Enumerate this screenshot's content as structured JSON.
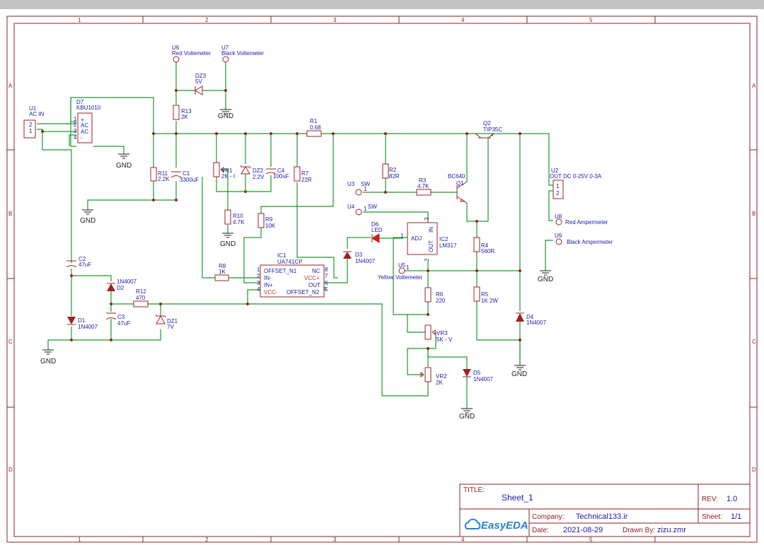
{
  "sheet": {
    "col_labels": [
      "1",
      "2",
      "3",
      "4",
      "5"
    ],
    "row_labels": [
      "A",
      "B",
      "C",
      "D"
    ]
  },
  "components": {
    "U1": {
      "ref": "U1",
      "name": "AC IN",
      "pins": [
        "2",
        "1"
      ]
    },
    "D7": {
      "ref": "D7",
      "value": "KBU1010",
      "pins": [
        "+",
        "AC",
        "AC",
        "-"
      ],
      "pin_numbers": [
        "1",
        "2",
        "3",
        "4"
      ]
    },
    "U6": {
      "ref": "U6",
      "name": "Red Voltemeter"
    },
    "U7": {
      "ref": "U7",
      "name": "Black Voltemeter"
    },
    "DZ3": {
      "ref": "DZ3",
      "value": "5V"
    },
    "R13": {
      "ref": "R13",
      "value": "2K"
    },
    "R11": {
      "ref": "R11",
      "value": "2.2K"
    },
    "C1": {
      "ref": "C1",
      "value": "3300uF"
    },
    "VR1": {
      "ref": "VR1",
      "value": "2K - I"
    },
    "DZ2": {
      "ref": "DZ2",
      "value": "2.2V"
    },
    "C4": {
      "ref": "C4",
      "value": "100uF"
    },
    "R1": {
      "ref": "R1",
      "value": "0.68"
    },
    "R7": {
      "ref": "R7",
      "value": "22R"
    },
    "R10": {
      "ref": "R10",
      "value": "4.7K"
    },
    "R9": {
      "ref": "R9",
      "value": "10K"
    },
    "R2": {
      "ref": "R2",
      "value": "82R"
    },
    "R3": {
      "ref": "R3",
      "value": "4.7K"
    },
    "Q1": {
      "ref": "Q1",
      "value": "BC640"
    },
    "Q2": {
      "ref": "Q2",
      "value": "TIP35C"
    },
    "U3": {
      "ref": "U3",
      "name": "SW"
    },
    "U4": {
      "ref": "U4",
      "name": "SW"
    },
    "U2": {
      "ref": "U2",
      "name": "OUT DC 0-25V 0-3A",
      "pins": [
        "1",
        "2"
      ]
    },
    "U8": {
      "ref": "U8",
      "name": "Red Ampermeter"
    },
    "U9": {
      "ref": "U9",
      "name": "Black Ampermeter"
    },
    "D6": {
      "ref": "D6",
      "value": "LED"
    },
    "D3": {
      "ref": "D3",
      "value": "1N4007"
    },
    "IC2": {
      "ref": "IC2",
      "value": "LM317",
      "pins": {
        "adj": "ADJ",
        "in": "IN",
        "out": "OUT",
        "n1": "1",
        "n2": "2",
        "n3": "3"
      }
    },
    "IC1": {
      "ref": "IC1",
      "value": "UA741CP",
      "pins_left": [
        "OFFSET_N1",
        "IN-",
        "IN+",
        "VCC-"
      ],
      "pins_right": [
        "NC",
        "VCC+",
        "OUT",
        "OFFSET_N2"
      ],
      "nums_left": [
        "1",
        "2",
        "3",
        "4"
      ],
      "nums_right": [
        "8",
        "7",
        "6",
        "5"
      ]
    },
    "R8": {
      "ref": "R8",
      "value": "1K"
    },
    "R4": {
      "ref": "R4",
      "value": "560R"
    },
    "R5": {
      "ref": "R5",
      "value": "1K 2W"
    },
    "R6": {
      "ref": "R6",
      "value": "220"
    },
    "U5": {
      "ref": "U5",
      "name": "Yellow Voltemeter"
    },
    "D4": {
      "ref": "D4",
      "value": "1N4007"
    },
    "VR3": {
      "ref": "VR3",
      "value": "5K - V"
    },
    "VR2": {
      "ref": "VR2",
      "value": "2K"
    },
    "D5": {
      "ref": "D5",
      "value": "1N4007"
    },
    "C2": {
      "ref": "C2",
      "value": "47uF"
    },
    "D2": {
      "ref": "D2",
      "value": "1N4007"
    },
    "R12": {
      "ref": "R12",
      "value": "470"
    },
    "C3": {
      "ref": "C3",
      "value": "47uF"
    },
    "DZ1": {
      "ref": "DZ1",
      "value": "7V"
    },
    "D1": {
      "ref": "D1",
      "value": "1N4007"
    }
  },
  "gnd_label": "GND",
  "pin_one": "1",
  "title_block": {
    "title_label": "TITLE:",
    "title_value": "Sheet_1",
    "rev_label": "REV:",
    "rev_value": "1.0",
    "company_label": "Company:",
    "company_value": "Technical133.ir",
    "sheet_label": "Sheet:",
    "sheet_value": "1/1",
    "date_label": "Date:",
    "date_value": "2021-08-29",
    "drawn_label": "Drawn By:",
    "drawn_value": "zizu.zmr",
    "logo_text": "EasyEDA"
  },
  "colors": {
    "wire": "#1b9a2a",
    "part": "#a01f1f",
    "text": "#1a1aa8",
    "frame": "#8b2020"
  }
}
